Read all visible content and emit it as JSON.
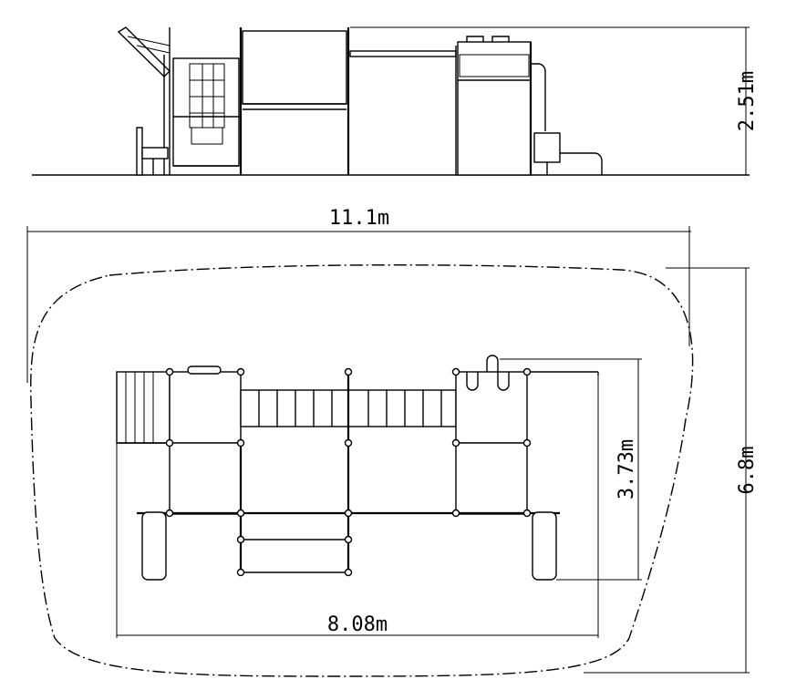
{
  "dimensions": {
    "height": "2.51m",
    "overall_length": "11.1m",
    "overall_width": "6.8m",
    "equipment_depth": "3.73m",
    "equipment_length": "8.08m"
  }
}
